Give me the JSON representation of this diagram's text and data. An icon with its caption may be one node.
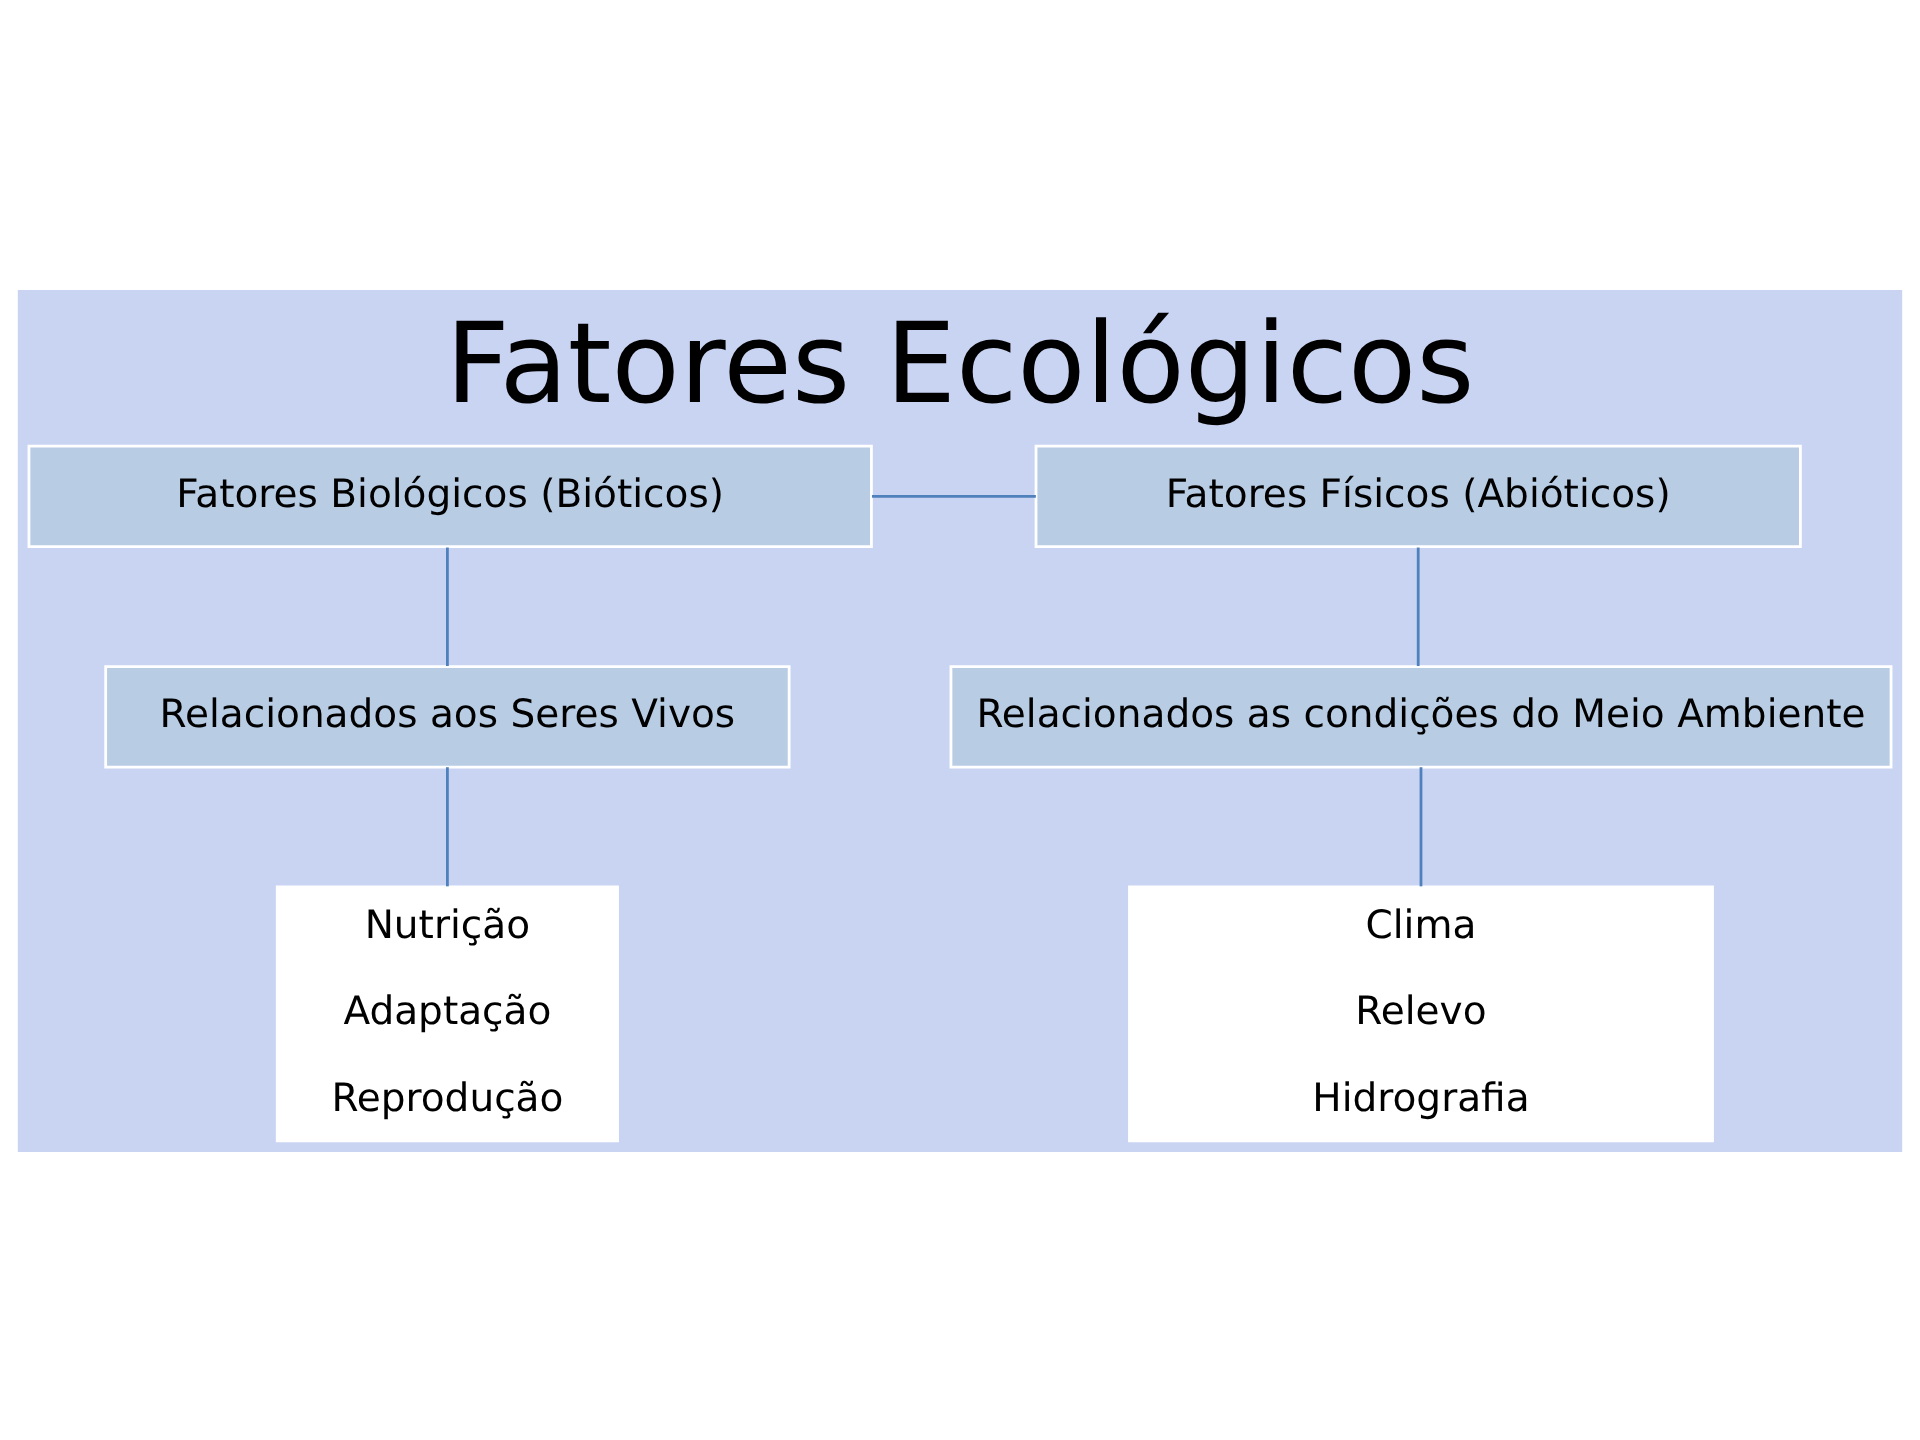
{
  "diagram": {
    "title": "Fatores Ecológicos",
    "nodes": [
      {
        "text": [
          "Fatores Biológicos (Bióticos)"
        ]
      },
      {
        "text": [
          "Fatores Físicos (Abióticos)"
        ]
      },
      {
        "text": [
          "Relacionados aos Seres Vivos"
        ]
      },
      {
        "text": [
          "Relacionados as condições do Meio Ambiente"
        ]
      },
      {
        "text": [
          "Nutrição",
          "Adaptação",
          "Reprodução"
        ]
      },
      {
        "text": [
          "Clima",
          "Relevo",
          "Hidrografia"
        ]
      }
    ],
    "edges": [
      {
        "from": 0,
        "to": 1,
        "arrow": "none"
      },
      {
        "from": 0,
        "to": 2,
        "arrow": "none"
      },
      {
        "from": 1,
        "to": 3,
        "arrow": "none"
      },
      {
        "from": 2,
        "to": 4,
        "arrow": "none"
      },
      {
        "from": 3,
        "to": 5,
        "arrow": "none"
      }
    ]
  }
}
